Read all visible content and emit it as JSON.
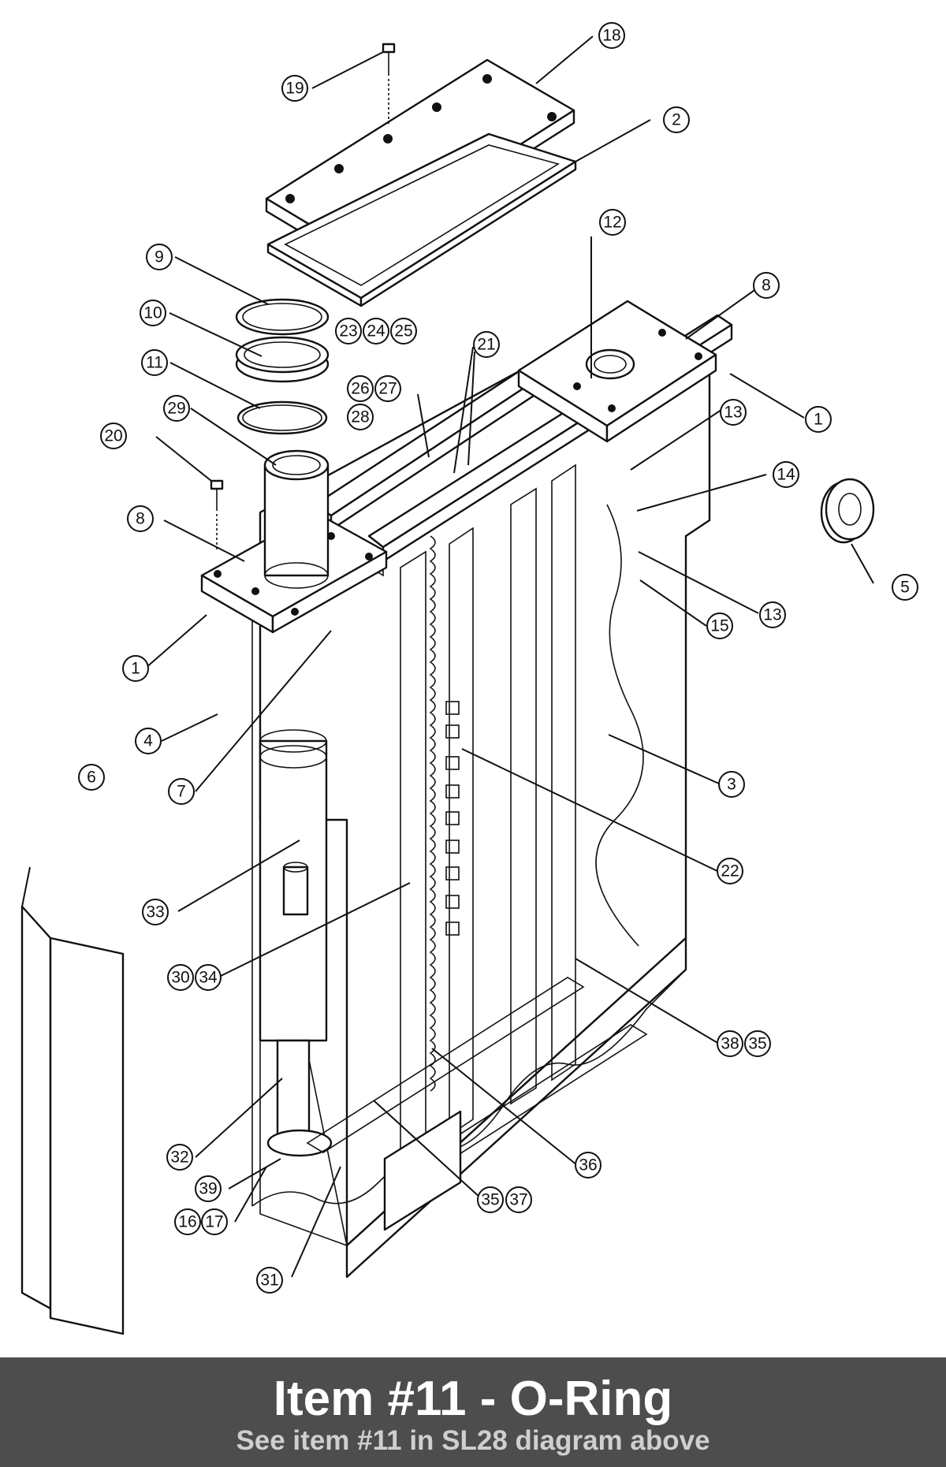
{
  "banner": {
    "title": "Item #11 - O-Ring",
    "subtitle": "See item #11 in SL28 diagram above"
  },
  "callouts": [
    "1",
    "1",
    "2",
    "3",
    "4",
    "5",
    "6",
    "7",
    "8",
    "8",
    "9",
    "10",
    "11",
    "12",
    "13",
    "13",
    "14",
    "15",
    "16",
    "17",
    "18",
    "19",
    "20",
    "21",
    "22",
    "23",
    "24",
    "25",
    "26",
    "27",
    "28",
    "29",
    "30",
    "31",
    "32",
    "33",
    "34",
    "35",
    "35",
    "36",
    "37",
    "38",
    "39"
  ],
  "colors": {
    "banner_bg": "#4d4d4d",
    "banner_title": "#ffffff",
    "banner_subtitle": "#cfcfcf",
    "line": "#111111"
  }
}
